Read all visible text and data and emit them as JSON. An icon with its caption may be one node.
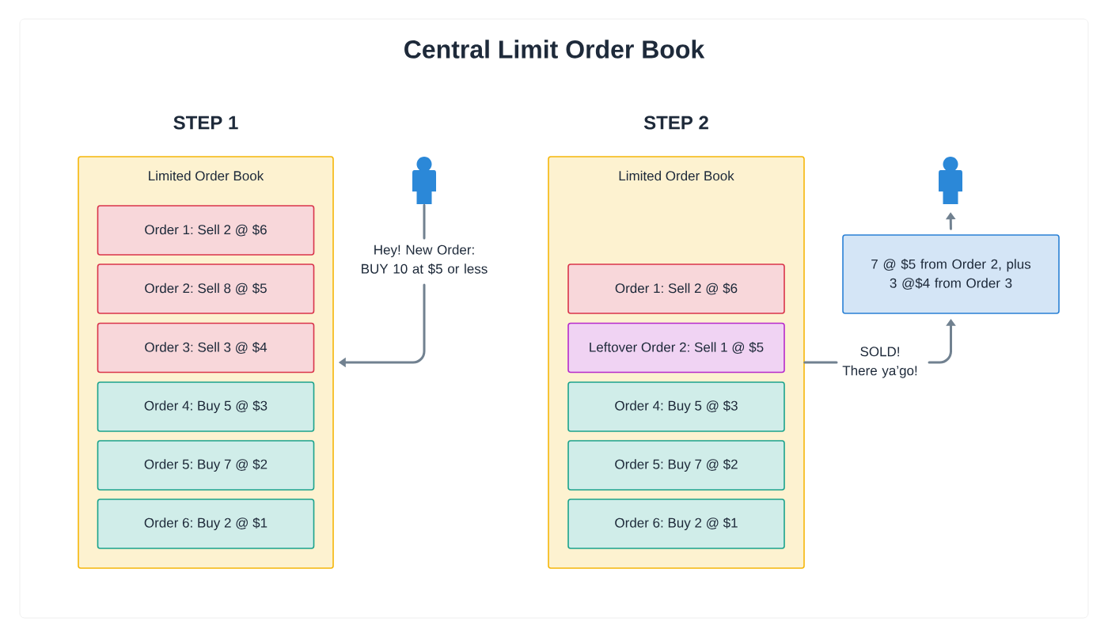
{
  "diagram": {
    "title": "Central Limit Order Book",
    "nodes": [
      {
        "text": [
          "STEP 1",
          "Limited Order Book"
        ]
      },
      {
        "text": [
          "Order 1: Sell 2 @ $6"
        ],
        "in": 0
      },
      {
        "text": [
          "Order 2: Sell 8 @ $5"
        ],
        "in": 0
      },
      {
        "text": [
          "Order 3: Sell 3 @ $4"
        ],
        "in": 0
      },
      {
        "text": [
          "Order 4: Buy 5 @ $3"
        ],
        "in": 0
      },
      {
        "text": [
          "Order 5: Buy 7 @ $2"
        ],
        "in": 0
      },
      {
        "text": [
          "Order 6: Buy 2 @ $1"
        ],
        "in": 0
      },
      {
        "text": [],
        "shape": "person"
      },
      {
        "text": [
          "STEP 2",
          "Limited Order Book"
        ]
      },
      {
        "text": [
          "Order 1: Sell 2 @ $6"
        ],
        "in": 8
      },
      {
        "text": [
          "Leftover Order 2: Sell 1 @ $5"
        ],
        "in": 8
      },
      {
        "text": [
          "Order 4: Buy 5 @ $3"
        ],
        "in": 8
      },
      {
        "text": [
          "Order 5: Buy 7 @ $2"
        ],
        "in": 8
      },
      {
        "text": [
          "Order 6: Buy 2 @ $1"
        ],
        "in": 8
      },
      {
        "text": [
          "7 @ $5 from Order 2, plus 3 @$4 from Order 3"
        ]
      },
      {
        "text": [],
        "shape": "person"
      }
    ],
    "edges": [
      {
        "from": 7,
        "to": 0,
        "arrow": "to",
        "label": "Hey! New Order: BUY 10 at $5 or less"
      },
      {
        "from": 8,
        "to": 14,
        "arrow": "to",
        "label": "SOLD! There ya’go!"
      },
      {
        "from": 14,
        "to": 15,
        "arrow": "to"
      }
    ]
  }
}
